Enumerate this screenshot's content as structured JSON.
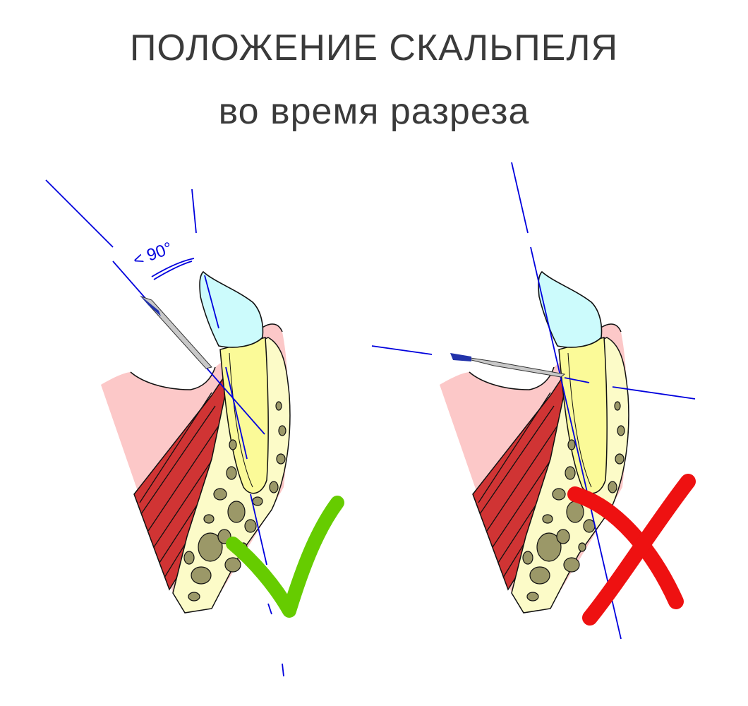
{
  "title": {
    "line1": "ПОЛОЖЕНИЕ СКАЛЬПЕЛЯ",
    "line2": "во время разреза"
  },
  "left_panel": {
    "angle_label": "< 90°",
    "verdict": "correct",
    "verdict_icon": "checkmark-icon"
  },
  "right_panel": {
    "verdict": "incorrect",
    "verdict_icon": "cross-icon"
  },
  "colors": {
    "gum": "#fcc8c8",
    "muscle": "#d03434",
    "bone": "#fcfbc8",
    "root": "#fbfa98",
    "crown": "#ccfbfc",
    "trabecula": "#9b9868",
    "guide_line": "#0000dd",
    "check": "#66cc00",
    "cross": "#ee1111"
  }
}
